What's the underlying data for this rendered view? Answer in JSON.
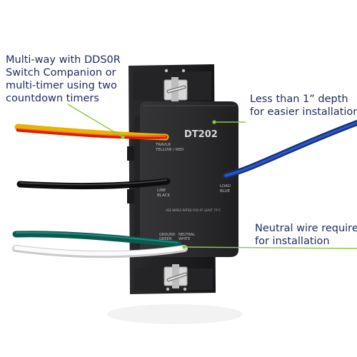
{
  "device": {
    "model": "DT202",
    "wire_label_top": "TRAVLR",
    "wire_label_top_sub": "YELLOW / RED",
    "wire_label_line": "LINE",
    "wire_label_line_sub": "BLACK",
    "wire_label_load": "LOAD",
    "wire_label_load_sub": "BLUE",
    "rating_note": "USE WIRES RATED FOR AT LEAST 75°C",
    "wire_label_ground": "GROUND",
    "wire_label_ground_sub": "GREEN",
    "wire_label_neutral": "NEUTRAL",
    "wire_label_neutral_sub": "WHITE"
  },
  "callouts": {
    "multiway": {
      "line1": "Multi-way with DDS0R",
      "line2": "Switch Companion or",
      "line3": "multi-timer using two",
      "line4": "countdown timers"
    },
    "depth": {
      "line1": "Less than 1” depth",
      "line2": "for easier installation"
    },
    "neutral": {
      "line1": "Neutral wire required",
      "line2": "for installation"
    }
  },
  "colors": {
    "callout_text": "#1f2a5c",
    "leader_line": "#8cc63f",
    "device_body": "#2b2b2d",
    "mounting_strap": "#1c1c1e",
    "wire_blue": "#1d3f9c",
    "wire_green": "#0f6e63",
    "wire_black": "#1a1a1a",
    "wire_white": "#f4f4f4",
    "wire_red": "#d81e05",
    "wire_yellow": "#f6c500"
  }
}
